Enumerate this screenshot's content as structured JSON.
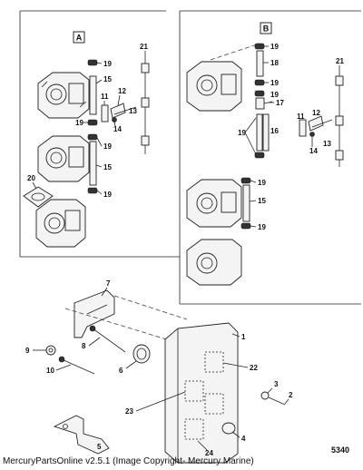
{
  "panels": {
    "a": {
      "label": "A"
    },
    "b": {
      "label": "B"
    }
  },
  "callouts": {
    "a_19a": "19",
    "a_15a": "15",
    "a_11": "11",
    "a_12": "12",
    "a_13": "13",
    "a_14": "14",
    "a_19b": "19",
    "a_19c": "19",
    "a_15b": "15",
    "a_19d": "19",
    "a_21": "21",
    "a_20": "20",
    "b_19a": "19",
    "b_18": "18",
    "b_19b": "19",
    "b_17": "17",
    "b_19c": "19",
    "b_16": "16",
    "b_21": "21",
    "b_11": "11",
    "b_12": "12",
    "b_14": "14",
    "b_13": "13",
    "b_19d": "19",
    "b_15": "15",
    "b_19e": "19",
    "m_7": "7",
    "m_9": "9",
    "m_8": "8",
    "m_10": "10",
    "m_6": "6",
    "m_1": "1",
    "m_22": "22",
    "m_3": "3",
    "m_2": "2",
    "m_23": "23",
    "m_4": "4",
    "m_5": "5",
    "m_24": "24"
  },
  "figure_number": "5340",
  "footer": "MercuryPartsOnline v2.5.1 (Image Copyright- Mercury Marine)"
}
